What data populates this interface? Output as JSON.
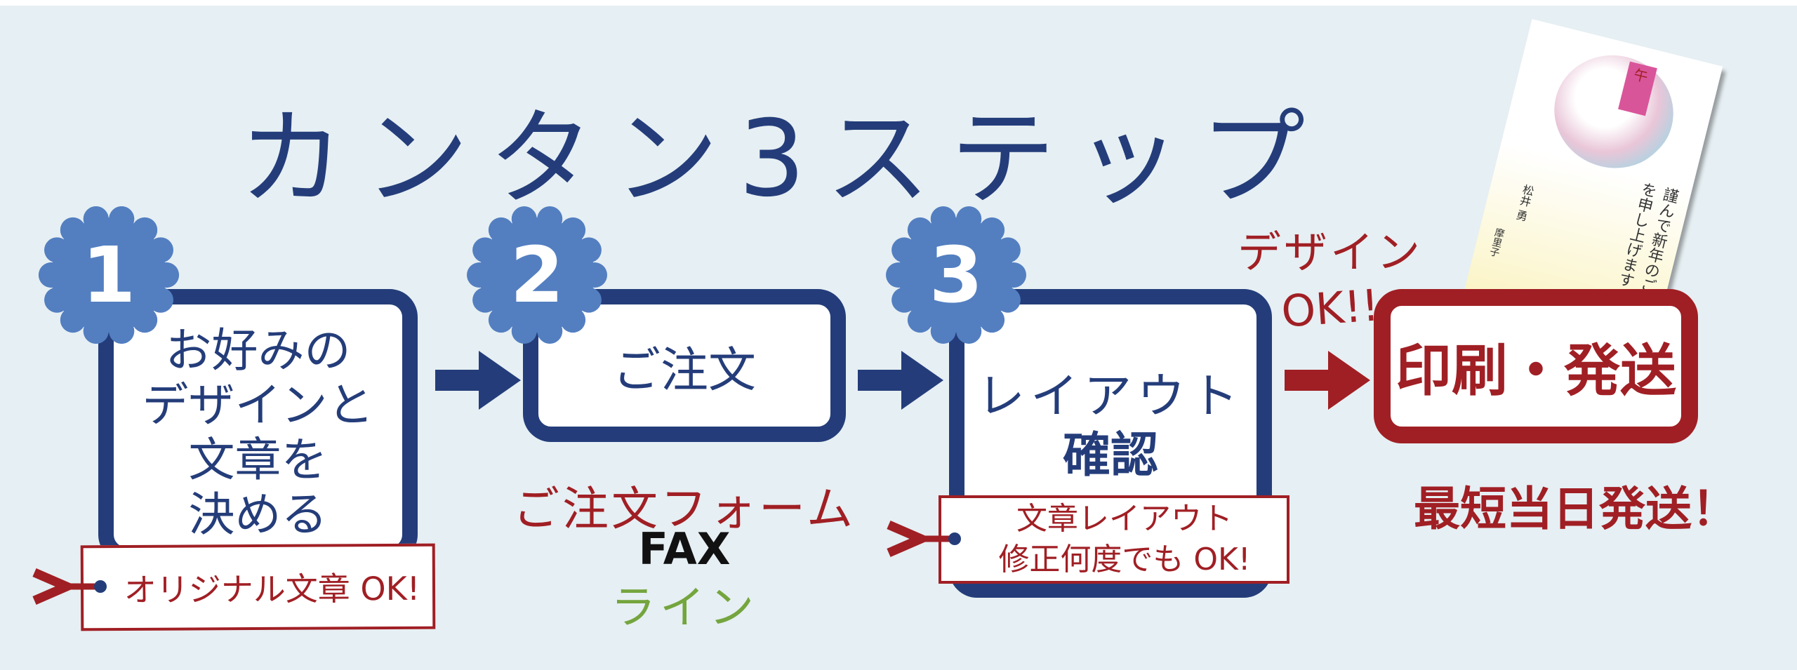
{
  "title": "カンタン3ステップ",
  "steps": [
    {
      "number": "1",
      "lines": [
        "お好みの",
        "デザインと",
        "文章を",
        "決める"
      ],
      "tag": [
        "オリジナル文章 OK!"
      ]
    },
    {
      "number": "2",
      "lines": [
        "ご注文"
      ],
      "methods": [
        "ご注文フォーム",
        "FAX",
        "ライン"
      ]
    },
    {
      "number": "3",
      "lines": [
        "レイアウト",
        "確認"
      ],
      "tag": [
        "文章レイアウト",
        "修正何度でも OK!"
      ]
    },
    {
      "lines": [
        "印刷・発送"
      ],
      "note": "最短当日発送！"
    }
  ],
  "approval": [
    "デザイン",
    "OK!!"
  ],
  "postcard": {
    "greeting": "謹んで新年のご祝詞を申し上げます",
    "names": [
      "松井 勇",
      "摩里子"
    ],
    "zodiac": "午"
  },
  "colors": {
    "navy": "#243d7a",
    "badge": "#537fc1",
    "red": "#a01f24",
    "green": "#74a53e",
    "background": "#e6eff3"
  }
}
